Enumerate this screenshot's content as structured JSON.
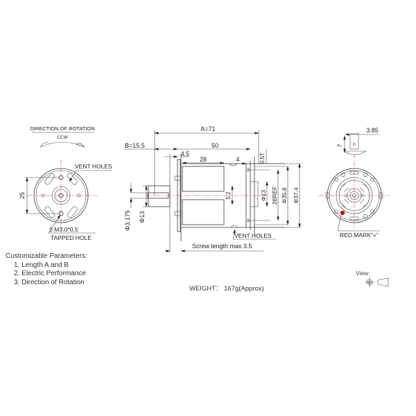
{
  "drawing": {
    "left_view": {
      "direction_title": "DIRECTION OF ROTATION",
      "direction_value": "CCW",
      "vent_label": "VENT HOLES",
      "dim_25": "25",
      "tapped_label_1": "2-M3.0*0.5",
      "tapped_label_2": "TAPPED HOLE"
    },
    "side_view": {
      "dim_A": "A=71",
      "dim_B": "B=15.5",
      "dim_50": "50",
      "dim_4_5": "4.5",
      "dim_28": "28",
      "dim_4": "4",
      "dim_0_5T": "0.5T",
      "dim_5_2": "5.2",
      "dim_phi13_inner": "Φ13",
      "dim_28REF": "28REF",
      "dim_phi35_8": "Φ35.8",
      "dim_phi37_4": "Φ37.4",
      "dim_phi3_175": "Φ3.175",
      "dim_phi13_boss": "Φ13",
      "vent_label": "VENT HOLES",
      "screw_label": "Screw length max 3.5"
    },
    "right_view": {
      "dim_3_85": "3.85",
      "dim_7": "7",
      "red_mark_label": "RED MARK\"+\"",
      "red_mark_color": "#d01010"
    },
    "view_label": "View:",
    "centerline_color": "#d23a3a"
  },
  "notes": {
    "title": "Customizable Parameters:",
    "items": [
      "1. Length A and B",
      "2. Electric Performance",
      "3. Direction of Rotation"
    ]
  },
  "weight": "WEIGHT： 167g(Approx)"
}
